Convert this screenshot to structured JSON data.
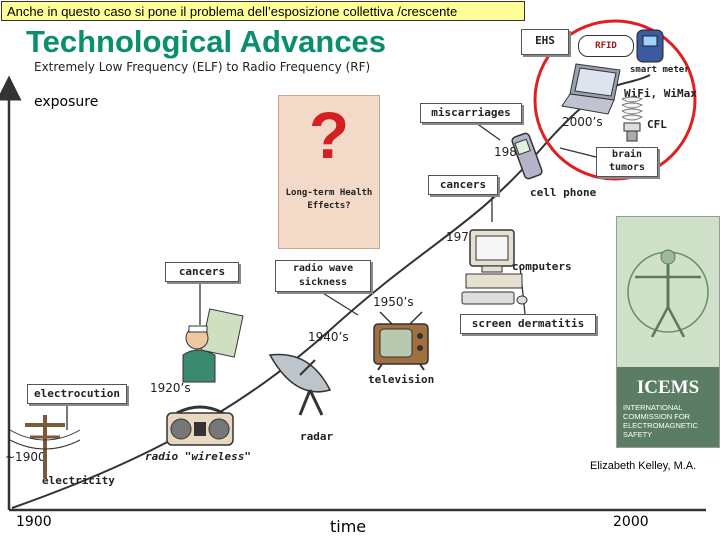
{
  "header": {
    "banner": "Anche in questo caso  si pone il problema dell’esposizione collettiva /crescente",
    "title": "Technological Advances",
    "subtitle": "Extremely Low Frequency (ELF) to Radio Frequency (RF)"
  },
  "axes": {
    "y_label": "exposure",
    "x_label": "time",
    "x_start": "1900",
    "x_end": "2000"
  },
  "question": {
    "mark": "?",
    "text": "Long-term Health Effects?"
  },
  "eras": {
    "e1900": "~1900",
    "e1920": "1920’s",
    "e1940": "1940’s",
    "e1950": "1950’s",
    "e1970": "1970’s",
    "e1980": "1980’s",
    "e2000": "2000’s"
  },
  "tech": {
    "electricity": "electricity",
    "radio": "radio \"wireless\"",
    "radar": "radar",
    "television": "television",
    "computers": "computers",
    "cell_phone": "cell phone",
    "wifi": "WiFi, WiMax",
    "cfl": "CFL",
    "smart_meter": "smart meter",
    "rfid": "RFID",
    "ehs": "EHS"
  },
  "effects": {
    "electrocution": "electrocution",
    "cancers_left": "cancers",
    "radio_wave_sickness": "radio wave sickness",
    "screen_dermatitis": "screen dermatitis",
    "cancers_right": "cancers",
    "miscarriages": "miscarriages",
    "brain_tumors": "brain tumors"
  },
  "icems": {
    "acronym": "ICEMS",
    "name": "INTERNATIONAL COMMISSION FOR ELECTROMAGNETIC SAFETY"
  },
  "author": "Elizabeth Kelley, M.A.",
  "colors": {
    "title": "#0a8f6e",
    "banner": "#ffff99",
    "question_panel": "#f3d9c8",
    "question_mark": "#d42020",
    "highlight_circle": "#e02020",
    "axis": "#333333"
  }
}
